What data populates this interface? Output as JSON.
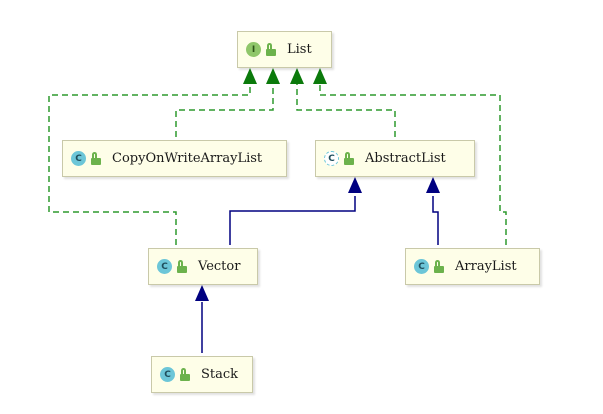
{
  "colors": {
    "node_fill": "#fefee8",
    "node_border": "#c9c9a9",
    "implements_edge": "#2e9a2e",
    "implements_arrowhead": "#0b7a0b",
    "extends_edge": "#000080",
    "class_badge": "#6cc6d8",
    "interface_badge": "#8fc66a",
    "public_lock": "#6cb24c"
  },
  "nodes": {
    "list": {
      "badge": "I",
      "badge_icon": "interface-icon",
      "label": "List"
    },
    "copyonwrite": {
      "badge": "C",
      "badge_icon": "class-icon",
      "label": "CopyOnWriteArrayList"
    },
    "abstractlist": {
      "badge": "C",
      "badge_icon": "abstract-class-icon",
      "label": "AbstractList"
    },
    "vector": {
      "badge": "C",
      "badge_icon": "class-icon",
      "label": "Vector"
    },
    "arraylist": {
      "badge": "C",
      "badge_icon": "class-icon",
      "label": "ArrayList"
    },
    "stack": {
      "badge": "C",
      "badge_icon": "class-icon",
      "label": "Stack"
    }
  },
  "edges": [
    {
      "from": "vector",
      "to": "list",
      "kind": "implements"
    },
    {
      "from": "copyonwrite",
      "to": "list",
      "kind": "implements"
    },
    {
      "from": "abstractlist",
      "to": "list",
      "kind": "implements"
    },
    {
      "from": "arraylist",
      "to": "list",
      "kind": "implements"
    },
    {
      "from": "vector",
      "to": "abstractlist",
      "kind": "extends"
    },
    {
      "from": "arraylist",
      "to": "abstractlist",
      "kind": "extends"
    },
    {
      "from": "stack",
      "to": "vector",
      "kind": "extends"
    }
  ]
}
